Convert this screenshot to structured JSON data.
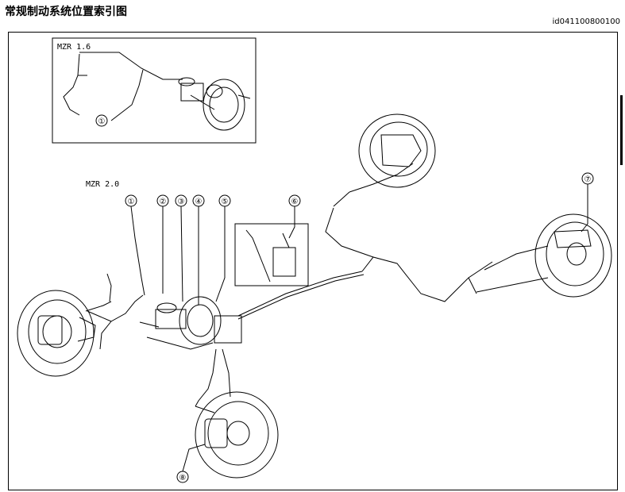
{
  "title": "常规制动系统位置索引图",
  "doc_id": "id041100800100",
  "inset": {
    "label": "MZR 1.6"
  },
  "main": {
    "label": "MZR 2.0"
  },
  "callouts": [
    "①",
    "②",
    "③",
    "④",
    "⑤",
    "⑥",
    "⑦",
    "⑧"
  ]
}
